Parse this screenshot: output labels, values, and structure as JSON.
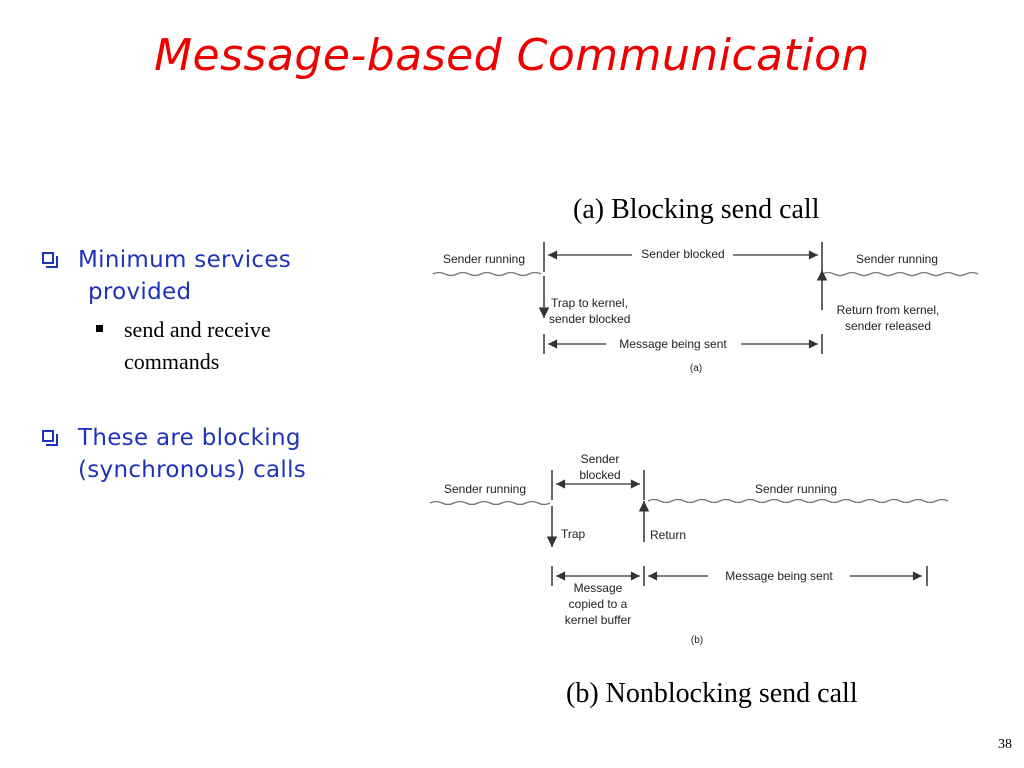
{
  "slide": {
    "title": "Message-based Communication",
    "page_number": "38"
  },
  "bullets": [
    {
      "text_line1": "Minimum services",
      "text_line2": "provided",
      "sub": {
        "line1": "send and receive",
        "line2": "commands"
      }
    },
    {
      "text_line1": "These are blocking",
      "text_line2": "(synchronous) calls"
    }
  ],
  "diagram_a": {
    "caption": "(a) Blocking send call",
    "left_state": "Sender running",
    "blocked": "Sender blocked",
    "right_state": "Sender running",
    "trap_line1": "Trap to kernel,",
    "trap_line2": "sender blocked",
    "return_line1": "Return from kernel,",
    "return_line2": "sender released",
    "message": "Message being sent",
    "panel": "(a)"
  },
  "diagram_b": {
    "caption": "(b) Nonblocking send call",
    "left_state": "Sender running",
    "blocked_line1": "Sender",
    "blocked_line2": "blocked",
    "right_state": "Sender running",
    "trap": "Trap",
    "return": "Return",
    "copy_line1": "Message",
    "copy_line2": "copied to a",
    "copy_line3": "kernel buffer",
    "message": "Message being sent",
    "panel": "(b)"
  }
}
